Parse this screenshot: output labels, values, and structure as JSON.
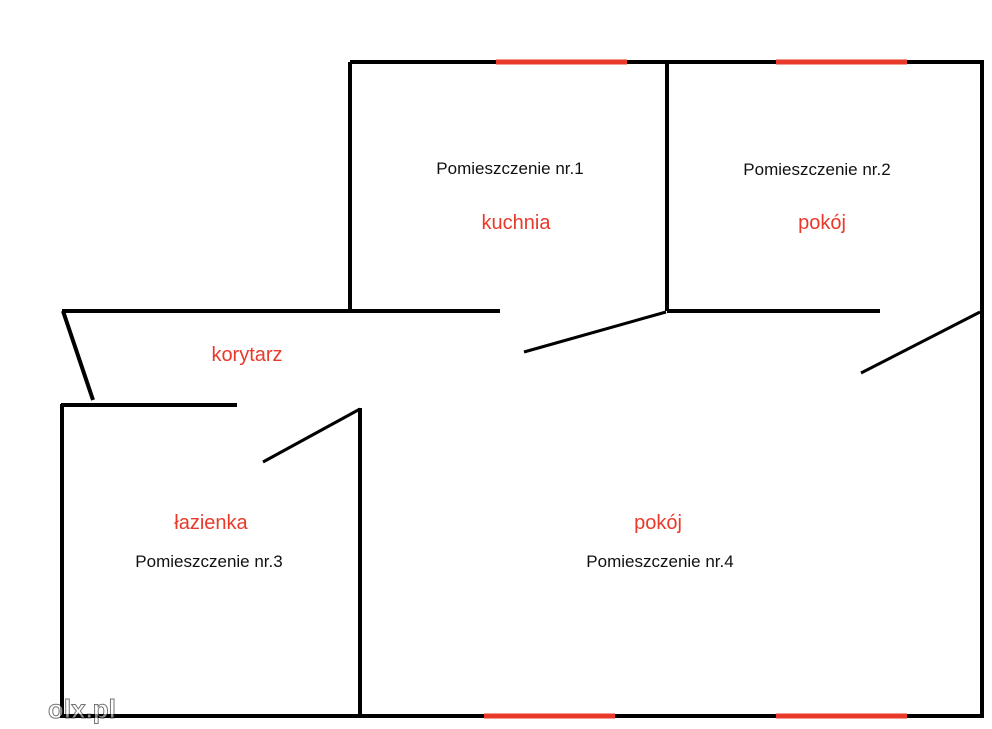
{
  "colors": {
    "walls": "#000000",
    "windows": "#e8392a",
    "room_type_text": "#e8392a",
    "room_number_text": "#111111",
    "background": "#ffffff"
  },
  "rooms": [
    {
      "number_label": "Pomieszczenie nr.1",
      "type_label": "kuchnia"
    },
    {
      "number_label": "Pomieszczenie nr.2",
      "type_label": "pokój"
    },
    {
      "number_label": "Pomieszczenie nr.3",
      "type_label": "łazienka"
    },
    {
      "number_label": "Pomieszczenie nr.4",
      "type_label": "pokój"
    }
  ],
  "corridor": {
    "type_label": "korytarz"
  },
  "watermark": {
    "text": "olx.pl"
  }
}
